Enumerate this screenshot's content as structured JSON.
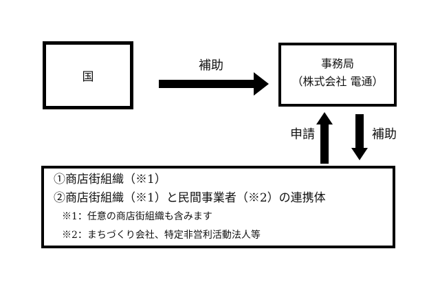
{
  "page": {
    "background_color": "#ffffff",
    "line_color": "#000000",
    "text_color": "#111111"
  },
  "diagram": {
    "national_box": {
      "label": "国"
    },
    "secretariat_box": {
      "title": "事務局",
      "subtitle": "（株式会社 電通）"
    },
    "arrows": {
      "national_to_secretariat": {
        "label": "補助"
      },
      "applicant_to_secretariat": {
        "label": "申請"
      },
      "secretariat_to_applicant": {
        "label": "補助"
      }
    },
    "applicant_box": {
      "line1": "①商店街組織（※1）",
      "line2": "②商店街組織（※1）と民間事業者（※2）の連携体",
      "note1": "※1：任意の商店街組織も含みます",
      "note2": "※2：まちづくり会社、特定非営利活動法人等"
    }
  }
}
